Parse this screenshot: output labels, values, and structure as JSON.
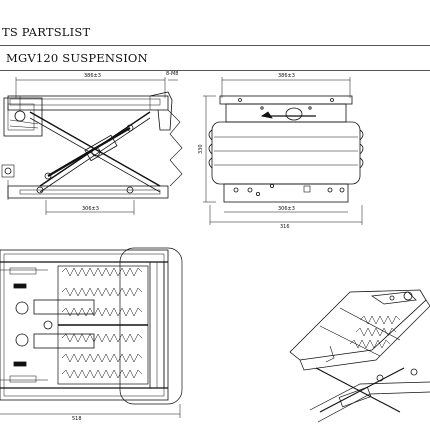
{
  "header": {
    "title": "TS PARTSLIST",
    "subtitle": "MGV120 SUSPENSION"
  },
  "dimensions": {
    "side_top": "386±3",
    "side_small": "8-M8",
    "side_bottom": "306±3",
    "front_top": "386±3",
    "front_height": "330",
    "front_bottom_inner": "306±3",
    "front_bottom_outer": "316",
    "plan_bottom": "518"
  }
}
